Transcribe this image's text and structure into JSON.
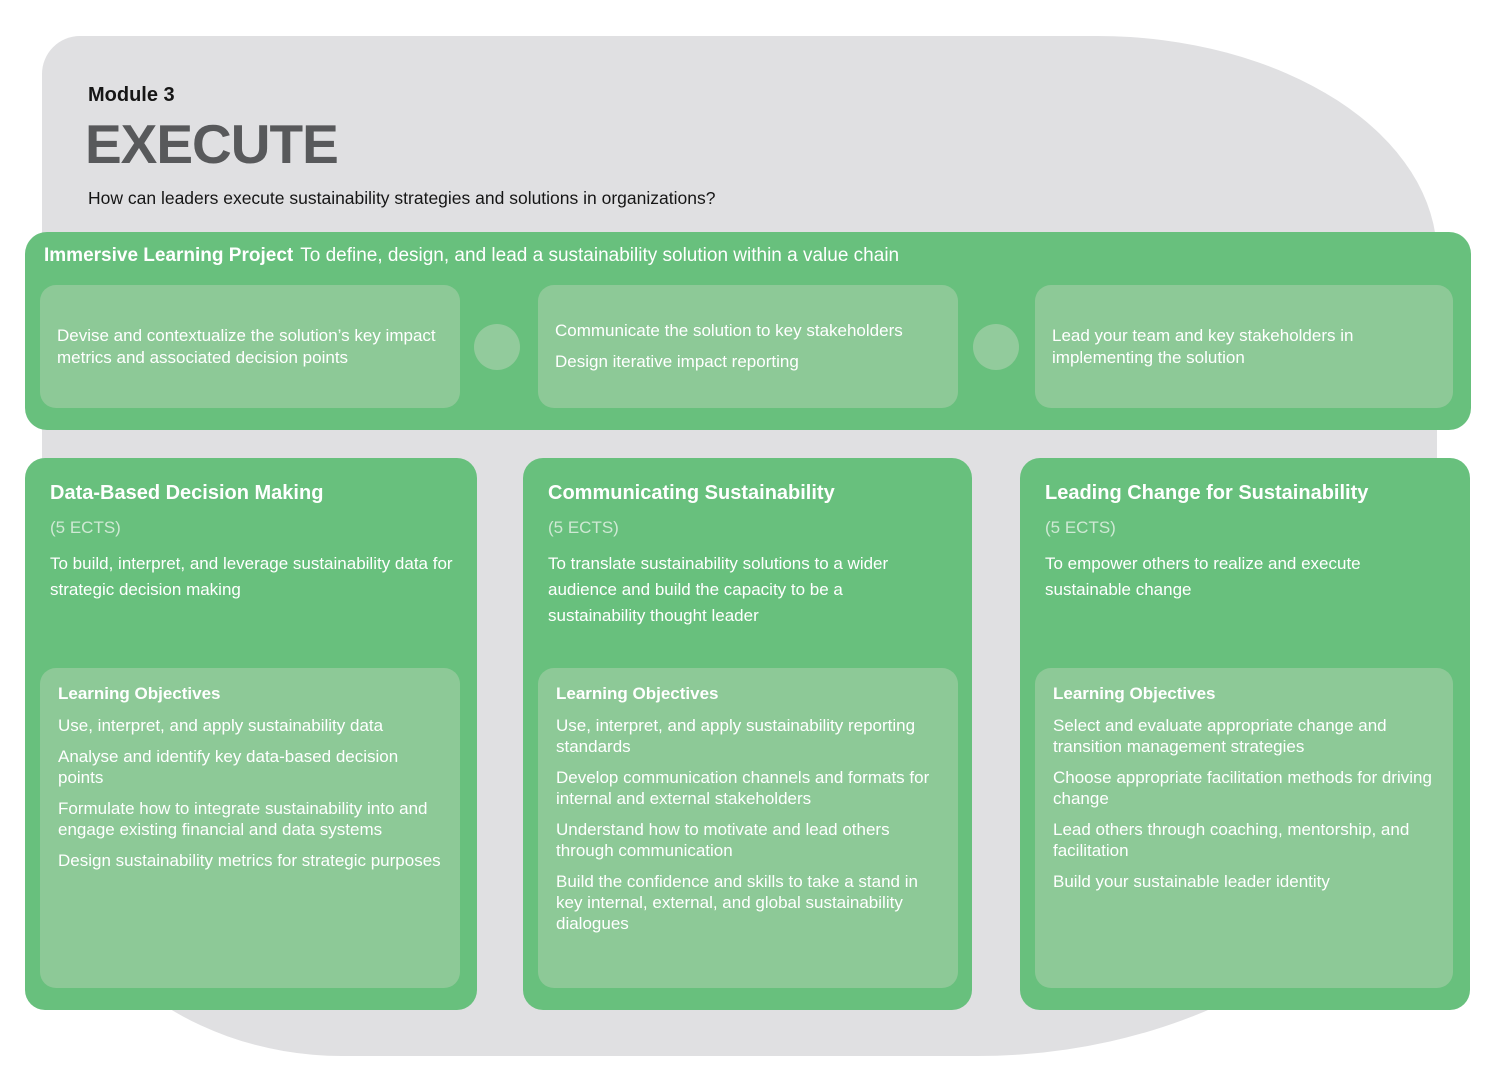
{
  "colors": {
    "page_background": "#ffffff",
    "background_blob": "#e0e0e2",
    "green": "#68c07d",
    "light_green": "#8dc997",
    "connector_dot": "#92cb9c",
    "ects_text": "#cfe9d4",
    "big_title_gray": "#58595b",
    "header_text": "#161616",
    "card_text": "#ffffff"
  },
  "header": {
    "module_label": "Module 3",
    "title": "EXECUTE",
    "subtitle": "How can leaders execute sustainability strategies and solutions in organizations?"
  },
  "project_banner": {
    "title": "Immersive Learning Project",
    "description": "To define, design, and lead a sustainability solution within a value chain",
    "steps": [
      {
        "lines": [
          "Devise and contextualize the solution’s key impact metrics and associated decision points"
        ]
      },
      {
        "lines": [
          "Communicate the solution to key stakeholders",
          "Design iterative impact reporting"
        ]
      },
      {
        "lines": [
          "Lead your team and key stakeholders in implementing the solution"
        ]
      }
    ]
  },
  "courses": [
    {
      "title": "Data-Based Decision Making",
      "ects": "(5 ECTS)",
      "description": "To build, interpret, and leverage sustainability data for strategic decision making",
      "objectives_title": "Learning Objectives",
      "objectives": [
        "Use, interpret, and apply sustainability data",
        "Analyse and identify key data-based decision points",
        "Formulate how to integrate sustainability into and engage existing financial and data systems",
        "Design sustainability metrics for strategic purposes"
      ]
    },
    {
      "title": "Communicating Sustainability",
      "ects": "(5 ECTS)",
      "description": "To translate sustainability solutions to a wider audience and build the capacity to be a sustainability thought leader",
      "objectives_title": "Learning Objectives",
      "objectives": [
        "Use, interpret, and apply sustainability reporting standards",
        "Develop communication channels and formats for internal and external stakeholders",
        "Understand how to motivate and lead others through communication",
        "Build the confidence and skills to take a stand in key internal, external, and global sustainability dialogues"
      ]
    },
    {
      "title": "Leading Change for Sustainability",
      "ects": "(5 ECTS)",
      "description": "To empower others to realize and execute sustainable change",
      "objectives_title": "Learning Objectives",
      "objectives": [
        "Select and evaluate appropriate change and transition management strategies",
        "Choose appropriate facilitation methods for driving change",
        "Lead others through coaching, mentorship, and facilitation",
        "Build your sustainable leader identity"
      ]
    }
  ]
}
